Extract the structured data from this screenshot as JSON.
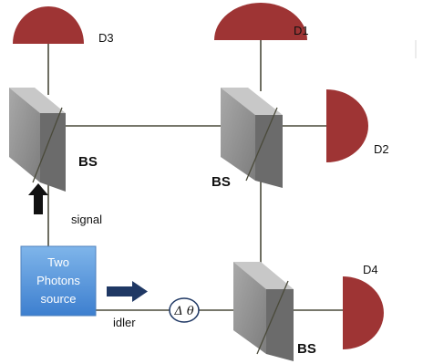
{
  "detectors": {
    "d1": "D1",
    "d2": "D2",
    "d3": "D3",
    "d4": "D4"
  },
  "beam_splitters": {
    "bs_left": "BS",
    "bs_right": "BS",
    "bs_bottom": "BS"
  },
  "source": {
    "line1": "Two",
    "line2": "Photons",
    "line3": "source"
  },
  "labels": {
    "signal": "signal",
    "idler": "idler",
    "phase": "Δ θ"
  },
  "colors": {
    "detector": "#9e3434",
    "beam_splitter": "#8e8e8e",
    "source": "#5b9bd5",
    "arrow": "#1f3864",
    "line": "#4a4a3a"
  }
}
